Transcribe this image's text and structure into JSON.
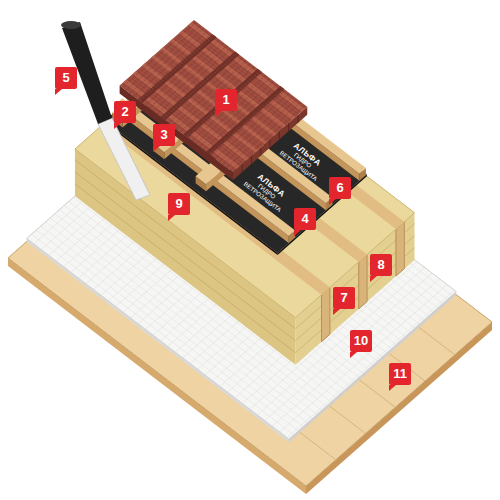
{
  "diagram": {
    "labels": [
      "1",
      "2",
      "3",
      "4",
      "5",
      "6",
      "7",
      "8",
      "9",
      "10",
      "11",
      "АЛЬФА",
      "ГИДРО ВЕТРОЗАЩИТА",
      "АЛЬФА",
      "ГИДРО ВЕТРОЗАЩИТА"
    ]
  }
}
